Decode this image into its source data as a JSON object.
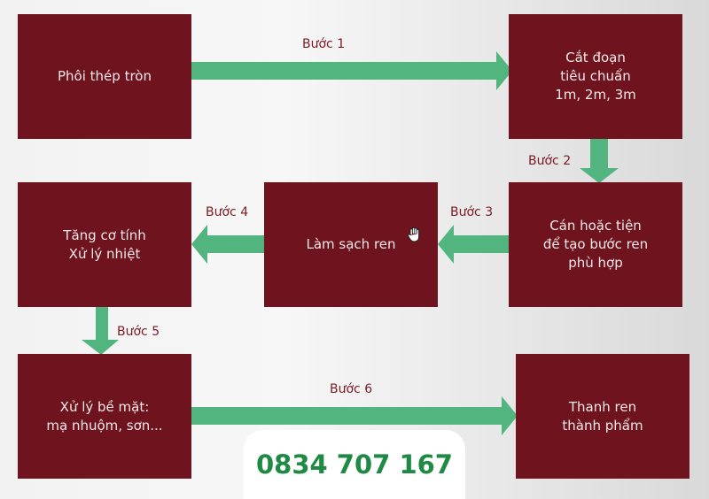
{
  "boxes": {
    "b1": "Phôi thép tròn",
    "b2": "Cắt đoạn\ntiêu chuẩn\n1m, 2m, 3m",
    "b3": "Cán hoặc tiện\nđể tạo bước ren\nphù hợp",
    "b4": "Làm sạch ren",
    "b5": "Tăng cơ tính\nXử lý nhiệt",
    "b6": "Xử lý bề mặt:\nmạ nhuộm, sơn...",
    "b7": "Thanh ren\nthành phẩm"
  },
  "steps": {
    "s1": "Bước 1",
    "s2": "Bước 2",
    "s3": "Bước 3",
    "s4": "Bước 4",
    "s5": "Bước 5",
    "s6": "Bước 6"
  },
  "phone": "0834 707 167",
  "colors": {
    "box": "#6f131e",
    "arrow": "#52b47f",
    "label": "#7a1a24",
    "phone_text": "#1e8a44"
  },
  "icons": {
    "cursor": "hand-cursor-icon"
  }
}
